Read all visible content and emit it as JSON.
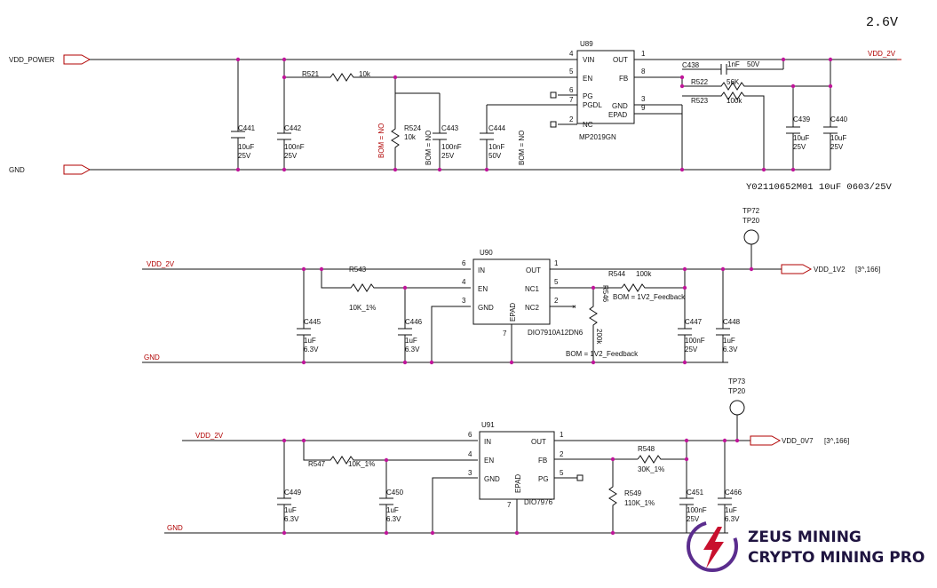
{
  "header": {
    "voltage": "2.6V"
  },
  "note": "Y02110652M01 10uF 0603/25V",
  "nets": {
    "vdd_power": "VDD_POWER",
    "gnd": "GND",
    "vdd_2v": "VDD_2V",
    "vdd_1v2": "VDD_1V2",
    "vdd_1v2_ref": "[3^,166]",
    "vdd_0v7": "VDD_0V7",
    "vdd_0v7_ref": "[3^,166]"
  },
  "u89": {
    "ref": "U89",
    "part": "MP2019GN",
    "pins": {
      "vin": "VIN",
      "en": "EN",
      "pg": "PG",
      "pgdl": "PGDL",
      "nc": "NC",
      "out": "OUT",
      "fb": "FB",
      "gnd": "GND",
      "epad": "EPAD"
    },
    "pin_nums": {
      "vin": "4",
      "en": "5",
      "pg": "6",
      "pgdl": "7",
      "nc": "2",
      "out": "1",
      "fb": "8",
      "gnd": "3",
      "epad": "9"
    }
  },
  "section1": {
    "r521": {
      "ref": "R521",
      "value": "10k"
    },
    "r524": {
      "ref": "R524",
      "value": "10k"
    },
    "bom_no": "BOM = NO",
    "c441": {
      "ref": "C441",
      "value": "10uF",
      "voltage": "25V"
    },
    "c442": {
      "ref": "C442",
      "value": "100nF",
      "voltage": "25V"
    },
    "c443": {
      "ref": "C443",
      "value": "100nF",
      "voltage": "25V"
    },
    "c444": {
      "ref": "C444",
      "value": "10nF",
      "voltage": "50V"
    },
    "c438": {
      "ref": "C438",
      "value": "1nF",
      "voltage": "50V"
    },
    "r522": {
      "ref": "R522",
      "value": "56K"
    },
    "r523": {
      "ref": "R523",
      "value": "100k"
    },
    "c439": {
      "ref": "C439",
      "value": "10uF",
      "voltage": "25V"
    },
    "c440": {
      "ref": "C440",
      "value": "10uF",
      "voltage": "25V"
    }
  },
  "u90": {
    "ref": "U90",
    "part": "DIO7910A12DN6",
    "pins": {
      "in": "IN",
      "en": "EN",
      "gnd": "GND",
      "out": "OUT",
      "nc1": "NC1",
      "nc2": "NC2",
      "epad": "EPAD"
    },
    "pin_nums": {
      "in": "6",
      "en": "4",
      "gnd": "3",
      "out": "1",
      "nc1": "5",
      "nc2": "2",
      "epad": "7"
    }
  },
  "section2": {
    "tp72": {
      "ref": "TP72",
      "type": "TP20"
    },
    "r543": {
      "ref": "R543",
      "value": "10K_1%"
    },
    "r544": {
      "ref": "R544",
      "value": "100k"
    },
    "r546": {
      "ref": "R546",
      "value": "200k"
    },
    "bom_feedback": "BOM = 1V2_Feedback",
    "c445": {
      "ref": "C445",
      "value": "1uF",
      "voltage": "6.3V"
    },
    "c446": {
      "ref": "C446",
      "value": "1uF",
      "voltage": "6.3V"
    },
    "c447": {
      "ref": "C447",
      "value": "100nF",
      "voltage": "25V"
    },
    "c448": {
      "ref": "C448",
      "value": "1uF",
      "voltage": "6.3V"
    }
  },
  "u91": {
    "ref": "U91",
    "part": "DIO7976",
    "pins": {
      "in": "IN",
      "en": "EN",
      "gnd": "GND",
      "out": "OUT",
      "fb": "FB",
      "pg": "PG",
      "epad": "EPAD"
    },
    "pin_nums": {
      "in": "6",
      "en": "4",
      "gnd": "3",
      "out": "1",
      "fb": "2",
      "pg": "5",
      "epad": "7"
    }
  },
  "section3": {
    "tp73": {
      "ref": "TP73",
      "type": "TP20"
    },
    "r547": {
      "ref": "R547",
      "value": "10K_1%"
    },
    "r548": {
      "ref": "R548",
      "value": "30K_1%"
    },
    "r549": {
      "ref": "R549",
      "value": "110K_1%"
    },
    "c449": {
      "ref": "C449",
      "value": "1uF",
      "voltage": "6.3V"
    },
    "c450": {
      "ref": "C450",
      "value": "1uF",
      "voltage": "6.3V"
    },
    "c451": {
      "ref": "C451",
      "value": "100nF",
      "voltage": "25V"
    },
    "c466": {
      "ref": "C466",
      "value": "1uF",
      "voltage": "6.3V"
    }
  },
  "brand": {
    "line1": "ZEUS MINING",
    "line2": "CRYPTO MINING PRO",
    "logo_icon": "lightning-bolt-icon"
  }
}
